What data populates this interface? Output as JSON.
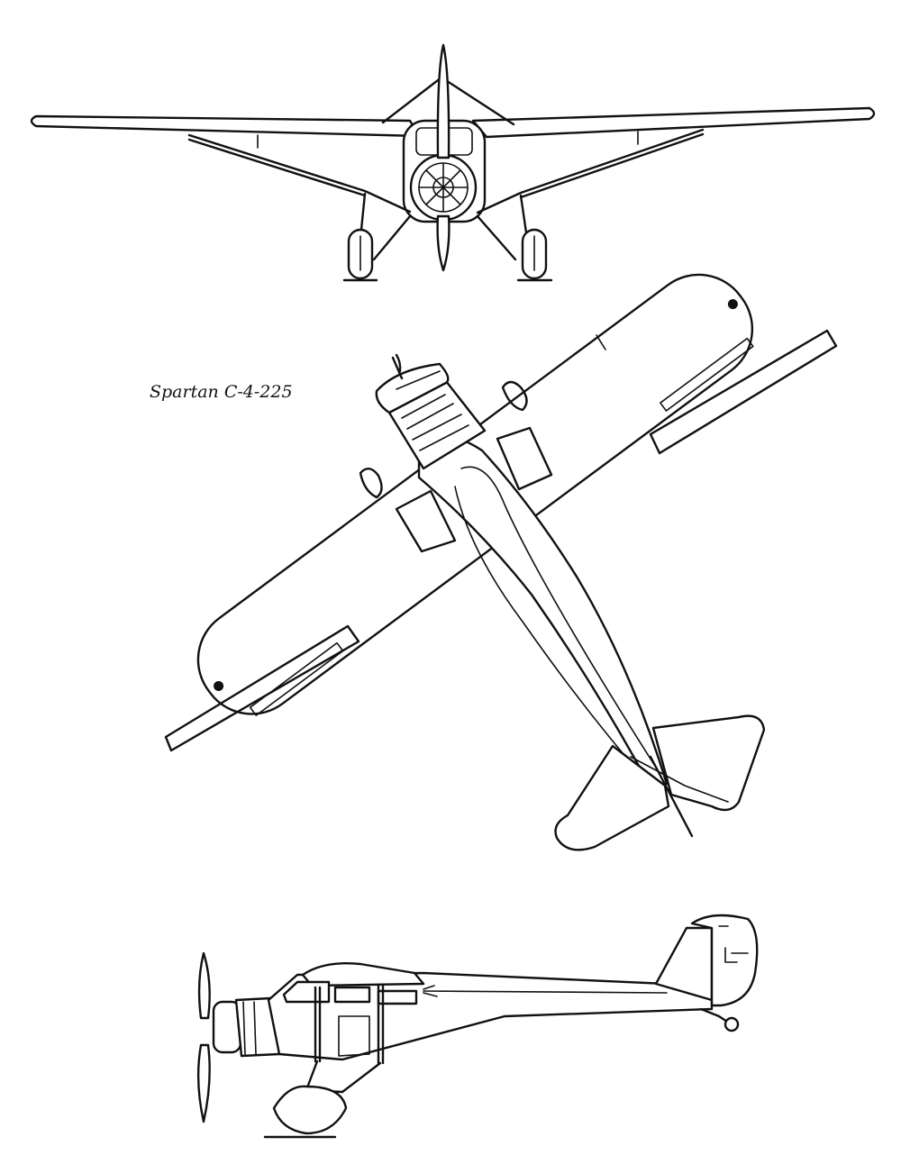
{
  "caption": "Spartan C-4-225",
  "views": [
    {
      "id": "front",
      "icon": "aircraft-front-view-icon"
    },
    {
      "id": "top",
      "icon": "aircraft-top-view-icon"
    },
    {
      "id": "side",
      "icon": "aircraft-side-view-icon"
    }
  ],
  "colors": {
    "line": "#111111",
    "background": "#ffffff"
  }
}
